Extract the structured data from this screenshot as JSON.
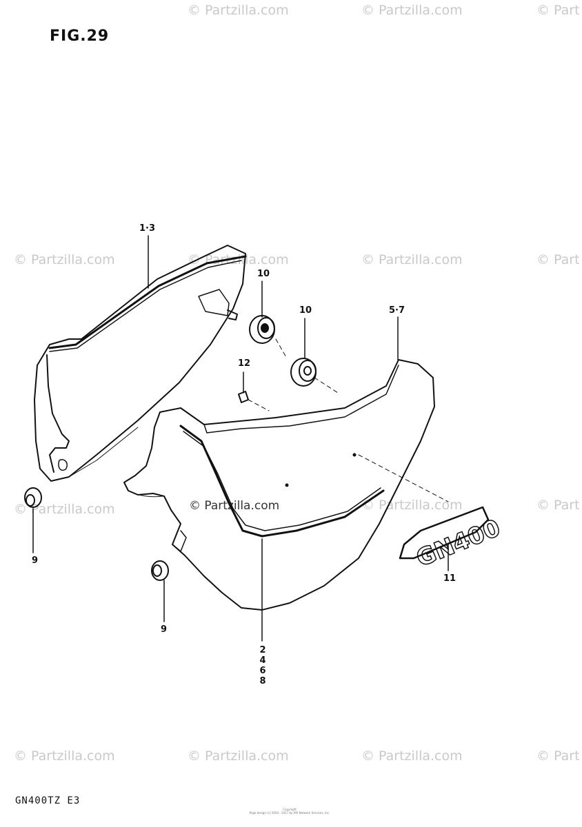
{
  "figure": {
    "title": "FIG.29",
    "model_code": "GN400TZ E3"
  },
  "watermark": {
    "text": "© Partzilla.com",
    "partial_text": "© Part"
  },
  "callouts": {
    "c1_3": "1·3",
    "c10a": "10",
    "c10b": "10",
    "c5_7": "5·7",
    "c12": "12",
    "c9a": "9",
    "c9b": "9",
    "c11": "11",
    "c2": "2",
    "c4": "4",
    "c6": "6",
    "c8": "8"
  },
  "emblem": {
    "text": "GN400"
  },
  "copyright": {
    "line1": "Copyright",
    "line2": "Page design (c) 2004 - 2017 by ARI Network Services, Inc."
  }
}
